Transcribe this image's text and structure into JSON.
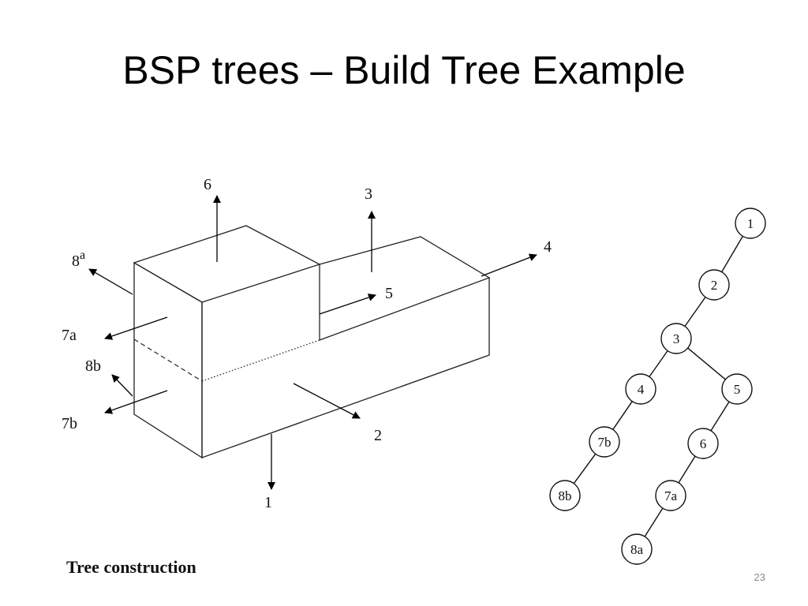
{
  "slide": {
    "title": "BSP trees – Build Tree Example",
    "caption": "Tree construction",
    "page_number": "23"
  },
  "polygon_labels": {
    "p1": "1",
    "p2": "2",
    "p3": "3",
    "p4": "4",
    "p5": "5",
    "p6": "6",
    "p7a": "7a",
    "p7b": "7b",
    "p8a_base": "8",
    "p8a_sup": "a",
    "p8b": "8b"
  },
  "tree": {
    "nodes": [
      {
        "id": "n1",
        "label": "1"
      },
      {
        "id": "n2",
        "label": "2"
      },
      {
        "id": "n3",
        "label": "3"
      },
      {
        "id": "n4",
        "label": "4"
      },
      {
        "id": "n5",
        "label": "5"
      },
      {
        "id": "n7b",
        "label": "7b"
      },
      {
        "id": "n6",
        "label": "6"
      },
      {
        "id": "n8b",
        "label": "8b"
      },
      {
        "id": "n7a",
        "label": "7a"
      },
      {
        "id": "n8a",
        "label": "8a"
      }
    ],
    "edges": [
      [
        "n1",
        "n2"
      ],
      [
        "n2",
        "n3"
      ],
      [
        "n3",
        "n4"
      ],
      [
        "n3",
        "n5"
      ],
      [
        "n4",
        "n7b"
      ],
      [
        "n5",
        "n6"
      ],
      [
        "n7b",
        "n8b"
      ],
      [
        "n6",
        "n7a"
      ],
      [
        "n7a",
        "n8a"
      ]
    ]
  }
}
